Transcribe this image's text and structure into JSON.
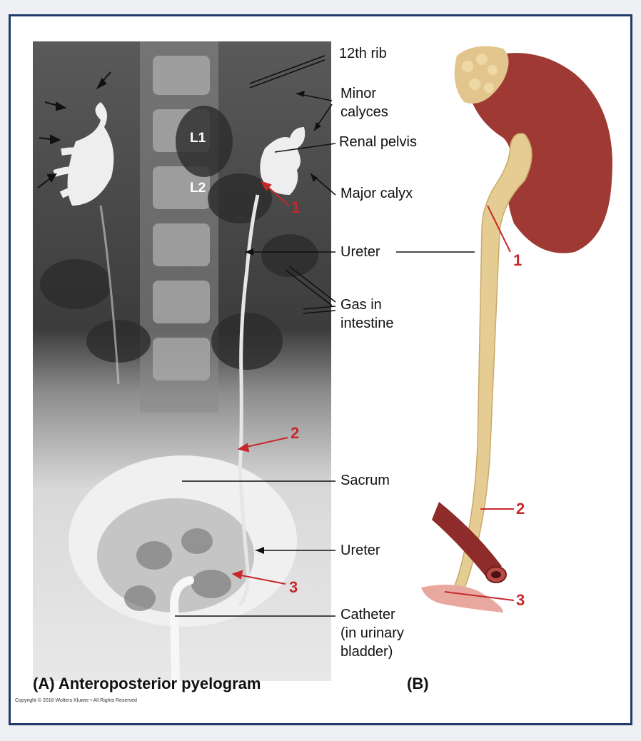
{
  "labels": {
    "rib12": "12th rib",
    "minor_calyces": [
      "Minor",
      "calyces"
    ],
    "renal_pelvis": "Renal pelvis",
    "major_calyx": "Major calyx",
    "ureter_top": "Ureter",
    "gas_in_intestine": [
      "Gas in",
      "intestine"
    ],
    "sacrum": "Sacrum",
    "ureter_bottom": "Ureter",
    "catheter": [
      "Catheter",
      "(in urinary",
      "bladder)"
    ]
  },
  "vertebrae": [
    "L1",
    "L2"
  ],
  "markers": {
    "xray": [
      "1",
      "2",
      "3"
    ],
    "drawing": [
      "1",
      "2",
      "3"
    ]
  },
  "captions": {
    "a": "(A) Anteroposterior pyelogram",
    "b": "(B)"
  },
  "copyright": "Copyright © 2018 Wolters Kluwer • All Rights Reserved",
  "colors": {
    "frame_border": "#1f3a68",
    "marker_red": "#c7282b",
    "kidney": "#9e3a33",
    "ureter": "#e5cc92",
    "vessel": "#8e2b2b"
  }
}
